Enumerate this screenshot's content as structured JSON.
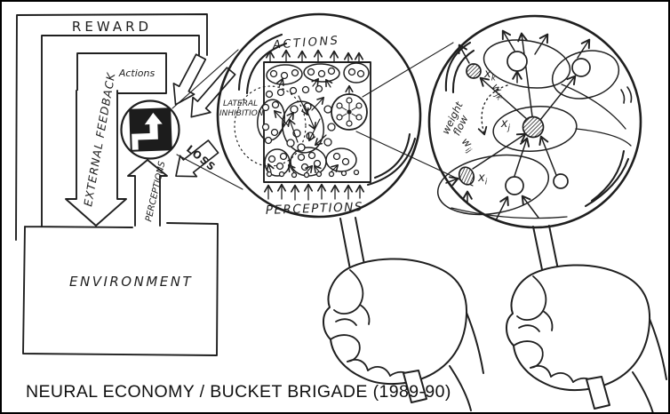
{
  "figure": {
    "caption": "NEURAL ECONOMY / BUCKET BRIGADE (1989-90)",
    "ink_color": "#1f1f1f",
    "paper_color": "#ffffff"
  },
  "loop_diagram": {
    "reward_label": "REWARD",
    "external_feedback_label": "EXTERNAL FEEDBACK",
    "actions_label": "Actions",
    "perceptions_label": "PERCEPTIONS",
    "loss_label": "LOSS",
    "environment_label": "ENVIRONMENT"
  },
  "network_lens": {
    "actions_label": "ACTIONS",
    "perceptions_label": "PERCEPTIONS",
    "lateral_inhibition_line1": "LATERAL",
    "lateral_inhibition_line2": "INHIBITION"
  },
  "weight_lens": {
    "weight_flow_line1": "weight",
    "weight_flow_line2": "flow",
    "unit_k": {
      "base": "x",
      "sub": "k"
    },
    "unit_j": {
      "base": "x",
      "sub": "j"
    },
    "unit_i": {
      "base": "x",
      "sub": "i"
    },
    "weight_jk": {
      "base": "w",
      "sub": "jk"
    },
    "weight_ij": {
      "base": "w",
      "sub": "ij"
    }
  }
}
